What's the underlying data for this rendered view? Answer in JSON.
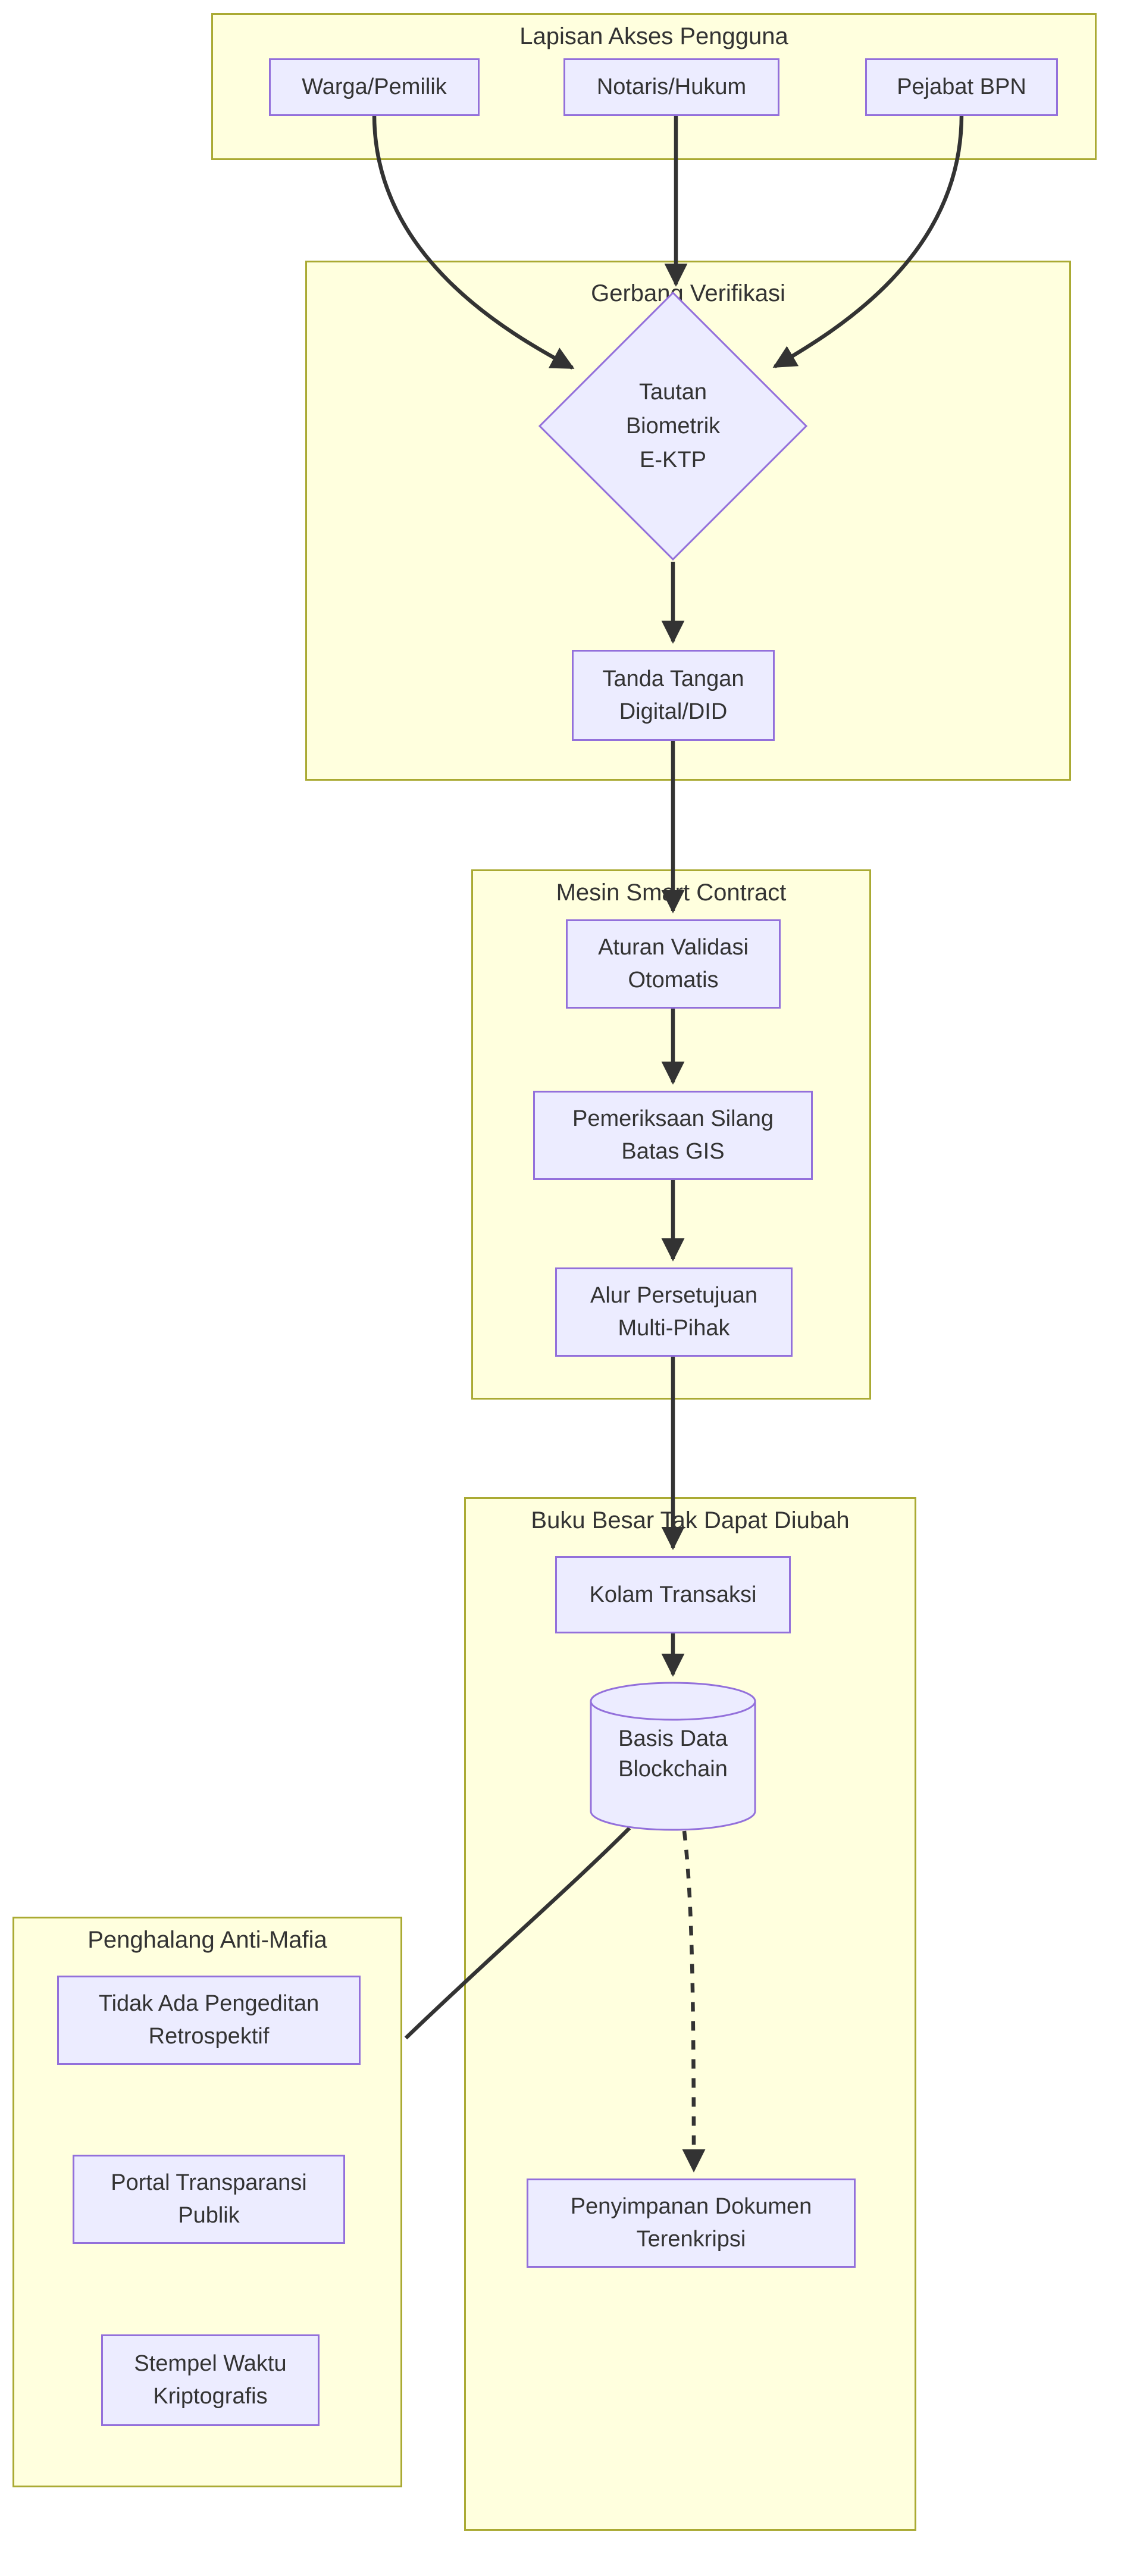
{
  "diagram_type": "flowchart-top-down",
  "colors": {
    "container_fill": "#ffffde",
    "container_border": "#aaaa33",
    "node_fill": "#ececff",
    "node_border": "#9370db",
    "edge": "#333333",
    "text": "#333333",
    "page_background": "#ffffff"
  },
  "containers": {
    "lapisan": {
      "title": "Lapisan Akses Pengguna"
    },
    "gerbang": {
      "title": "Gerbang Verifikasi"
    },
    "mesin": {
      "title": "Mesin Smart Contract"
    },
    "buku": {
      "title": "Buku Besar Tak Dapat Diubah"
    },
    "penghalang": {
      "title": "Penghalang Anti-Mafia"
    }
  },
  "nodes": {
    "warga": {
      "label": "Warga/Pemilik",
      "shape": "rect",
      "container": "lapisan"
    },
    "notaris": {
      "label": "Notaris/Hukum",
      "shape": "rect",
      "container": "lapisan"
    },
    "pejabat": {
      "label": "Pejabat BPN",
      "shape": "rect",
      "container": "lapisan"
    },
    "tautan": {
      "label": "Tautan\nBiometrik\nE-KTP",
      "shape": "diamond",
      "container": "gerbang"
    },
    "tanda": {
      "label": "Tanda Tangan\nDigital/DID",
      "shape": "rect",
      "container": "gerbang"
    },
    "aturan": {
      "label": "Aturan Validasi\nOtomatis",
      "shape": "rect",
      "container": "mesin"
    },
    "pemeriksaan": {
      "label": "Pemeriksaan Silang\nBatas GIS",
      "shape": "rect",
      "container": "mesin"
    },
    "alur": {
      "label": "Alur Persetujuan\nMulti-Pihak",
      "shape": "rect",
      "container": "mesin"
    },
    "kolam": {
      "label": "Kolam Transaksi",
      "shape": "rect",
      "container": "buku"
    },
    "basis": {
      "label": "Basis Data\nBlockchain",
      "shape": "cylinder",
      "container": "buku"
    },
    "penyimpanan": {
      "label": "Penyimpanan Dokumen\nTerenkripsi",
      "shape": "rect",
      "container": "buku"
    },
    "tidak": {
      "label": "Tidak Ada Pengeditan\nRetrospektif",
      "shape": "rect",
      "container": "penghalang"
    },
    "portal": {
      "label": "Portal Transparansi\nPublik",
      "shape": "rect",
      "container": "penghalang"
    },
    "stempel": {
      "label": "Stempel Waktu\nKriptografis",
      "shape": "rect",
      "container": "penghalang"
    }
  },
  "edges": [
    {
      "from": "warga",
      "to": "tautan",
      "style": "solid",
      "arrow": true
    },
    {
      "from": "notaris",
      "to": "tautan",
      "style": "solid",
      "arrow": true
    },
    {
      "from": "pejabat",
      "to": "tautan",
      "style": "solid",
      "arrow": true
    },
    {
      "from": "tautan",
      "to": "tanda",
      "style": "solid",
      "arrow": true
    },
    {
      "from": "tanda",
      "to": "aturan",
      "style": "solid",
      "arrow": true
    },
    {
      "from": "aturan",
      "to": "pemeriksaan",
      "style": "solid",
      "arrow": true
    },
    {
      "from": "pemeriksaan",
      "to": "alur",
      "style": "solid",
      "arrow": true
    },
    {
      "from": "alur",
      "to": "kolam",
      "style": "solid",
      "arrow": true
    },
    {
      "from": "kolam",
      "to": "basis",
      "style": "solid",
      "arrow": true
    },
    {
      "from": "basis",
      "to": "penyimpanan",
      "style": "dashed",
      "arrow": true
    },
    {
      "from": "basis",
      "to": "tidak",
      "style": "solid",
      "arrow": false
    }
  ]
}
